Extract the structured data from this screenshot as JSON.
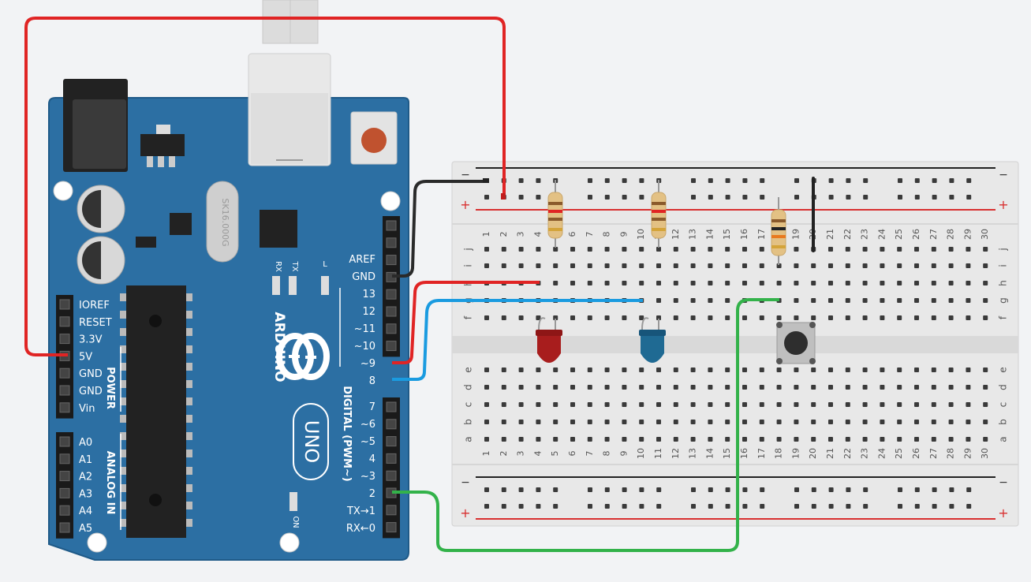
{
  "colors": {
    "board": "#2c6fa3",
    "board_edge": "#1f5a88",
    "breadboard": "#e6e6e6",
    "wire_red": "#e02424",
    "wire_black": "#2a2a2a",
    "wire_blue": "#1a9be0",
    "wire_green": "#33b24a",
    "led_red": "#a81d1d",
    "led_blue": "#1f6a93"
  },
  "arduino": {
    "brand": "ARDUINO",
    "model": "UNO",
    "crystal": "SK16.000G",
    "tx_led": "TX",
    "rx_led": "RX",
    "l_led": "L",
    "on_led": "ON",
    "digital_header_label": "DIGITAL (PWM~)",
    "power_header_label": "POWER",
    "analog_header_label": "ANALOG IN",
    "power_pins": [
      "IOREF",
      "RESET",
      "3.3V",
      "5V",
      "GND",
      "GND",
      "Vin"
    ],
    "analog_pins": [
      "A0",
      "A1",
      "A2",
      "A3",
      "A4",
      "A5"
    ],
    "digital_top_pins": [
      "AREF",
      "GND",
      "13",
      "12",
      "~11",
      "~10",
      "~9",
      "8"
    ],
    "digital_bottom_pins": [
      "7",
      "~6",
      "~5",
      "4",
      "~3",
      "2",
      "TX→1",
      "RX←0"
    ]
  },
  "breadboard": {
    "column_numbers": [
      "1",
      "2",
      "3",
      "4",
      "5",
      "6",
      "7",
      "8",
      "9",
      "10",
      "11",
      "12",
      "13",
      "14",
      "15",
      "16",
      "17",
      "18",
      "19",
      "20",
      "21",
      "22",
      "23",
      "24",
      "25",
      "26",
      "27",
      "28",
      "29",
      "30"
    ],
    "top_row_letters": [
      "j",
      "i",
      "h",
      "g",
      "f"
    ],
    "bottom_row_letters": [
      "e",
      "d",
      "c",
      "b",
      "a"
    ],
    "rail_minus": "−",
    "rail_plus": "+"
  }
}
